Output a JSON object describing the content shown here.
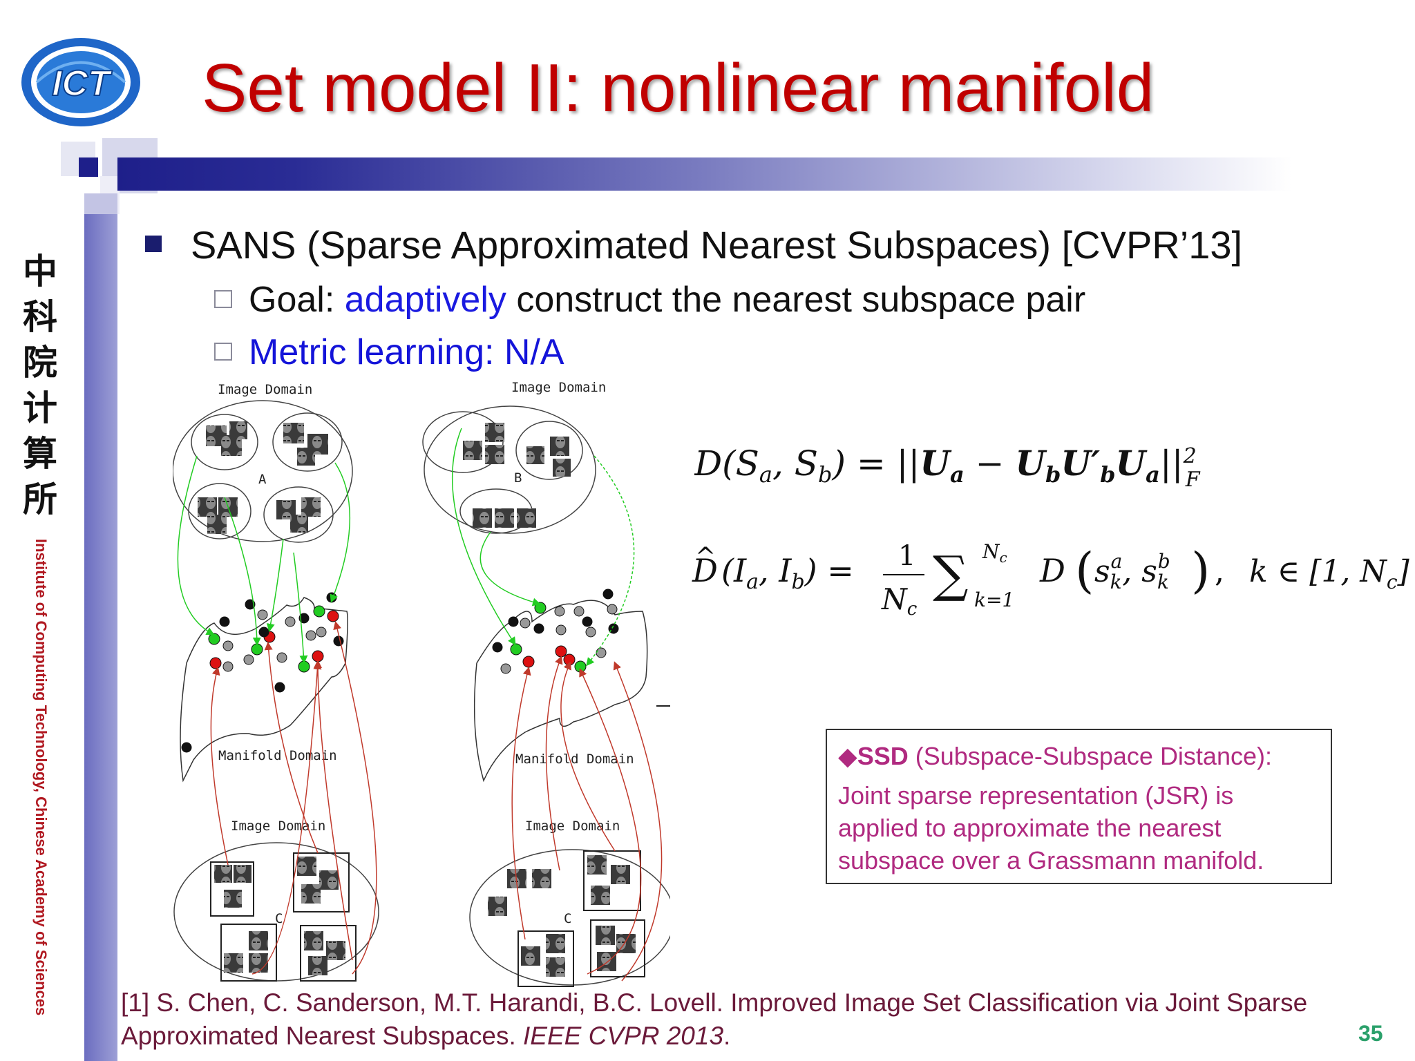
{
  "slide": {
    "title": "Set model II: nonlinear manifold",
    "logo_text": "ICT",
    "page_number": "35"
  },
  "sidebar": {
    "chinese_chars": [
      "中",
      "科",
      "院",
      "计",
      "算",
      "所"
    ],
    "institute": "Institute of Computing Technology, Chinese Academy of Sciences"
  },
  "bullets": {
    "main": "SANS (Sparse Approximated Nearest Subspaces) [CVPR’13]",
    "goal_prefix": "Goal: ",
    "goal_highlight": "adaptively",
    "goal_suffix": " construct the nearest subspace pair",
    "metric": "Metric learning: N/A"
  },
  "diagram": {
    "image_domain_label": "Image Domain",
    "manifold_domain_label": "Manifold Domain",
    "set_a": "A",
    "set_b": "B",
    "set_c": "C"
  },
  "callout": {
    "diamond": "◆",
    "ssd": "SSD",
    "heading_rest": " (Subspace-Subspace Distance):",
    "body": "Joint sparse representation (JSR) is applied to approximate the nearest subspace over a Grassmann manifold."
  },
  "reference": {
    "text": "[1] S. Chen, C. Sanderson, M.T. Harandi, B.C. Lovell. Improved Image Set Classification via Joint Sparse Approximated Nearest Subspaces. ",
    "venue": "IEEE CVPR 2013",
    "end": "."
  },
  "colors": {
    "title": "#c00000",
    "accent_blue": "#1a1ae0",
    "callout": "#b02a80",
    "green": "#22cc22",
    "red": "#dd1111"
  }
}
